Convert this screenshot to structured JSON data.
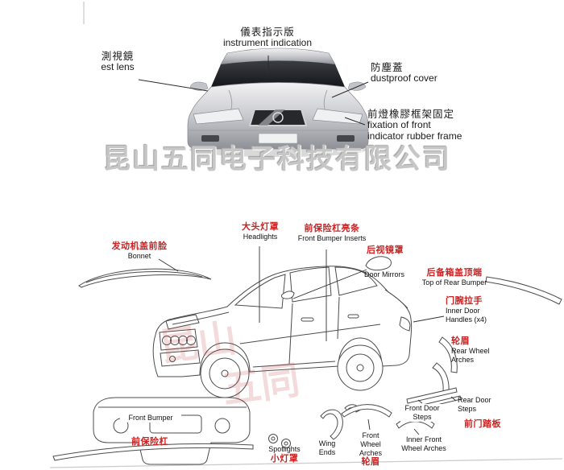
{
  "colors": {
    "red_label": "#cc2222",
    "watermark_gray": "#c6c6c6",
    "line_art": "#4c4c4c"
  },
  "watermark": {
    "company": "昆山五同电子科技有限公司",
    "seal_line1": "昆山",
    "seal_line2": "五同"
  },
  "top": {
    "instrument": {
      "zh": "儀表指示版",
      "en": "instrument indication"
    },
    "lens": {
      "zh": "測視鏡",
      "en": "est lens"
    },
    "dustproof": {
      "zh": "防塵蓋",
      "en": "dustproof cover"
    },
    "rubber_frame": {
      "zh": "前燈橡膠框架固定",
      "en1": "fixation of front",
      "en2": "indicator rubber frame"
    }
  },
  "bottom": {
    "bonnet": {
      "zh": "发动机盖前脸",
      "en": "Bonnet"
    },
    "headlights": {
      "zh": "大头灯罩",
      "en": "Headlights"
    },
    "bumper_inserts": {
      "zh": "前保险杠亮条",
      "en": "Front Bumper Inserts"
    },
    "door_mirrors": {
      "zh": "后视镜罩",
      "en": "Door Mirrors"
    },
    "top_rear_bumper": {
      "zh": "后备箱盖顶端",
      "en": "Top of Rear Bumper"
    },
    "inner_door_handles": {
      "zh": "门腕拉手",
      "en": "Inner Door Handles (x4)"
    },
    "rear_wheel_arches": {
      "zh": "轮眉",
      "en": "Rear Wheel Arches"
    },
    "rear_door_steps": {
      "en": "Rear Door Steps"
    },
    "front_door_steps": {
      "zh": "前门踏板",
      "en": "Front Door Steps"
    },
    "front_bumper": {
      "zh": "前保险杠",
      "en": "Front Bumper"
    },
    "spotlights": {
      "zh": "小灯罩",
      "en": "Spotlights"
    },
    "wing_ends": {
      "en": "Wing Ends"
    },
    "front_wheel_arches": {
      "zh": "轮眉",
      "en": "Front Wheel Arches"
    },
    "inner_front_wheel_arches": {
      "en": "Inner Front Wheel Arches"
    }
  }
}
